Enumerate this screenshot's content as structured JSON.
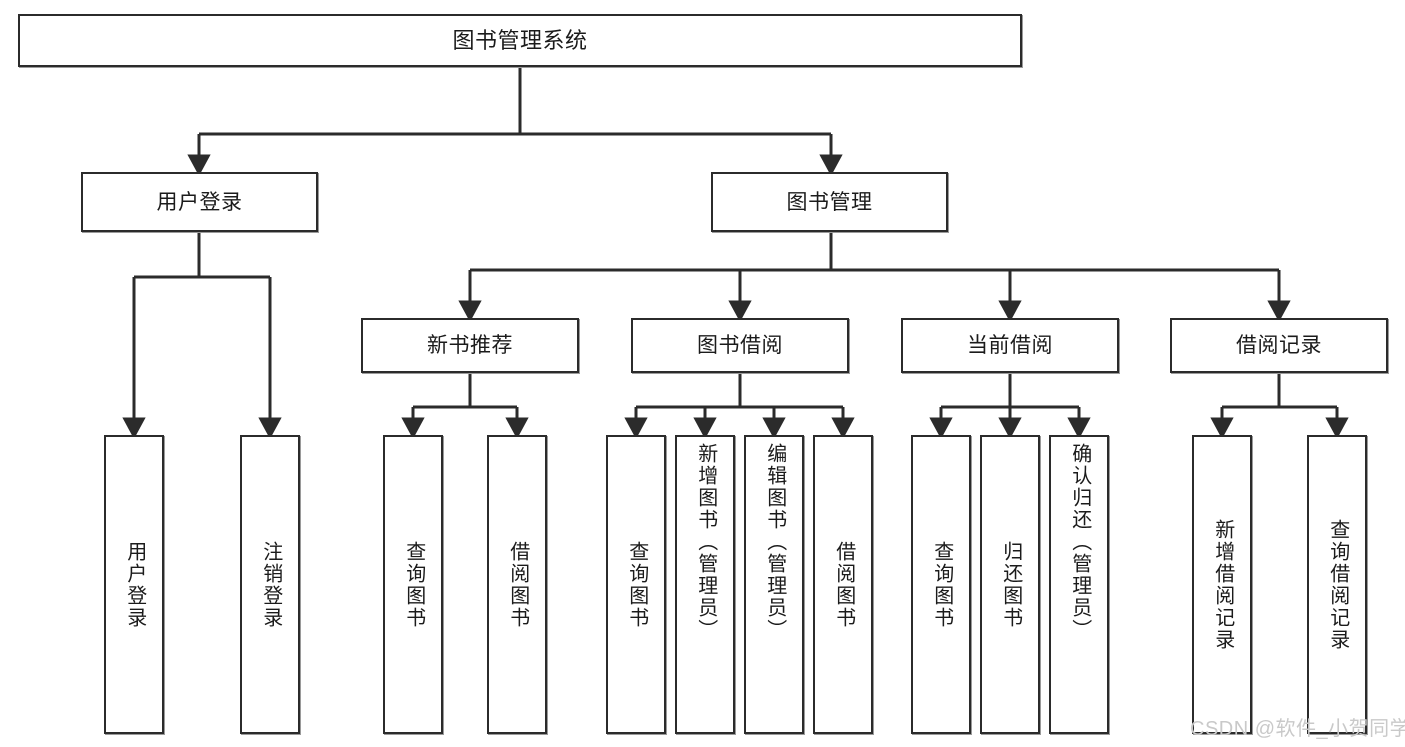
{
  "diagram": {
    "title": "图书管理系统",
    "type": "tree",
    "watermark": "CSDN @软件_小贺同学",
    "colors": {
      "border": "#2b2b2b",
      "shadow": "#9a9a9a",
      "text": "#1b1b1b",
      "line": "#2b2b2b",
      "background": "#ffffff",
      "watermark": "#c9c9c9"
    },
    "levels": {
      "root": {
        "label": "图书管理系统"
      },
      "level2": [
        {
          "id": "user-login",
          "label": "用户登录"
        },
        {
          "id": "book-management",
          "label": "图书管理"
        }
      ],
      "level3": [
        {
          "id": "new-book-recommend",
          "label": "新书推荐",
          "parent": "book-management"
        },
        {
          "id": "book-borrow",
          "label": "图书借阅",
          "parent": "book-management"
        },
        {
          "id": "current-borrow",
          "label": "当前借阅",
          "parent": "book-management"
        },
        {
          "id": "borrow-record",
          "label": "借阅记录",
          "parent": "book-management"
        }
      ],
      "leaves": [
        {
          "id": "leaf-user-login",
          "label": "用户登录",
          "parent": "user-login"
        },
        {
          "id": "leaf-logout-login",
          "label": "注销登录",
          "parent": "user-login"
        },
        {
          "id": "leaf-query-book-1",
          "label": "查询图书",
          "parent": "new-book-recommend"
        },
        {
          "id": "leaf-borrow-book-1",
          "label": "借阅图书",
          "parent": "new-book-recommend"
        },
        {
          "id": "leaf-query-book-2",
          "label": "查询图书",
          "parent": "book-borrow"
        },
        {
          "id": "leaf-add-book-admin",
          "label": "新增图书（管理员）",
          "parent": "book-borrow"
        },
        {
          "id": "leaf-edit-book-admin",
          "label": "编辑图书（管理员）",
          "parent": "book-borrow"
        },
        {
          "id": "leaf-borrow-book-2",
          "label": "借阅图书",
          "parent": "book-borrow"
        },
        {
          "id": "leaf-query-book-3",
          "label": "查询图书",
          "parent": "current-borrow"
        },
        {
          "id": "leaf-return-book",
          "label": "归还图书",
          "parent": "current-borrow"
        },
        {
          "id": "leaf-confirm-return-admin",
          "label": "确认归还（管理员）",
          "parent": "current-borrow"
        },
        {
          "id": "leaf-add-borrow-record",
          "label": "新增借阅记录",
          "parent": "borrow-record"
        },
        {
          "id": "leaf-query-borrow-record",
          "label": "查询借阅记录",
          "parent": "borrow-record"
        }
      ]
    }
  }
}
